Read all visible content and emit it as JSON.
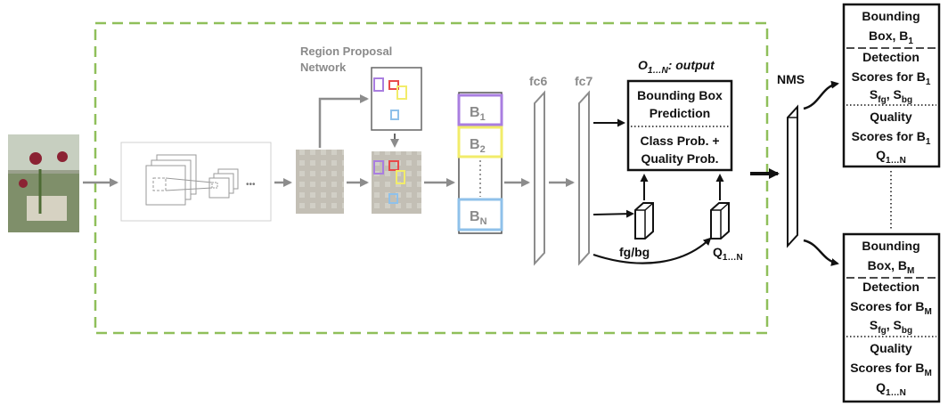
{
  "colors": {
    "dashed_frame": "#8fbf5a",
    "gray_stroke": "#8c8c8c",
    "purple": "#a97ee0",
    "yellow": "#f2ec6a",
    "blue": "#8fc1ea",
    "red": "#e84a4a",
    "ink": "#111111"
  },
  "labels": {
    "rpn_line1": "Region Proposal",
    "rpn_line2": "Network",
    "ellipsis": "•••",
    "b1": "B",
    "b1_sub": "1",
    "b2": "B",
    "b2_sub": "2",
    "bn": "B",
    "bn_sub": "N",
    "fc6": "fc6",
    "fc7": "fc7",
    "output_main": "O",
    "output_sub": "1…N",
    "output_suffix": ": output",
    "bbox_pred_1": "Bounding Box",
    "bbox_pred_2": "Prediction",
    "class_prob_1": "Class Prob. +",
    "class_prob_2": "Quality Prob.",
    "fgbg": "fg/bg",
    "q_main": "Q",
    "q_sub": "1…N",
    "nms": "NMS"
  },
  "top_box": {
    "bbox_1": "Bounding",
    "bbox_2": "Box, B",
    "bbox_2_sub": "1",
    "det_1": "Detection",
    "det_2": "Scores for B",
    "det_2_sub": "1",
    "s_fg": "S",
    "s_fg_sub": "fg",
    "s_sep": ", S",
    "s_bg_sub": "bg",
    "qual_1": "Quality",
    "qual_2": "Scores for B",
    "qual_2_sub": "1",
    "q": "Q",
    "q_sub": "1…N"
  },
  "bottom_box": {
    "bbox_1": "Bounding",
    "bbox_2": "Box, B",
    "bbox_2_sub": "M",
    "det_1": "Detection",
    "det_2": "Scores for B",
    "det_2_sub": "M",
    "s_fg": "S",
    "s_fg_sub": "fg",
    "s_sep": ", S",
    "s_bg_sub": "bg",
    "qual_1": "Quality",
    "qual_2": "Scores for B",
    "qual_2_sub": "M",
    "q": "Q",
    "q_sub": "1…N"
  }
}
